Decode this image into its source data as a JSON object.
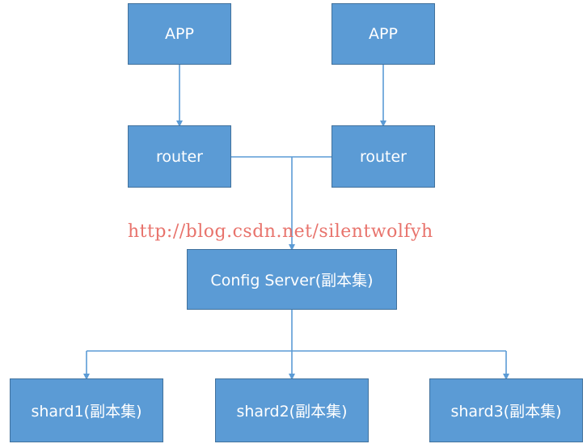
{
  "nodes": {
    "app_left": "APP",
    "app_right": "APP",
    "router_left": "router",
    "router_right": "router",
    "config_server": "Config Server(副本集)",
    "shard1": "shard1(副本集)",
    "shard2": "shard2(副本集)",
    "shard3": "shard3(副本集)"
  },
  "watermark": "http://blog.csdn.net/silentwolfyh",
  "colors": {
    "node_fill": "#5b9bd5",
    "node_border": "#41719c",
    "node_text": "#ffffff",
    "connector": "#5b9bd5",
    "watermark": "#e8736c"
  }
}
